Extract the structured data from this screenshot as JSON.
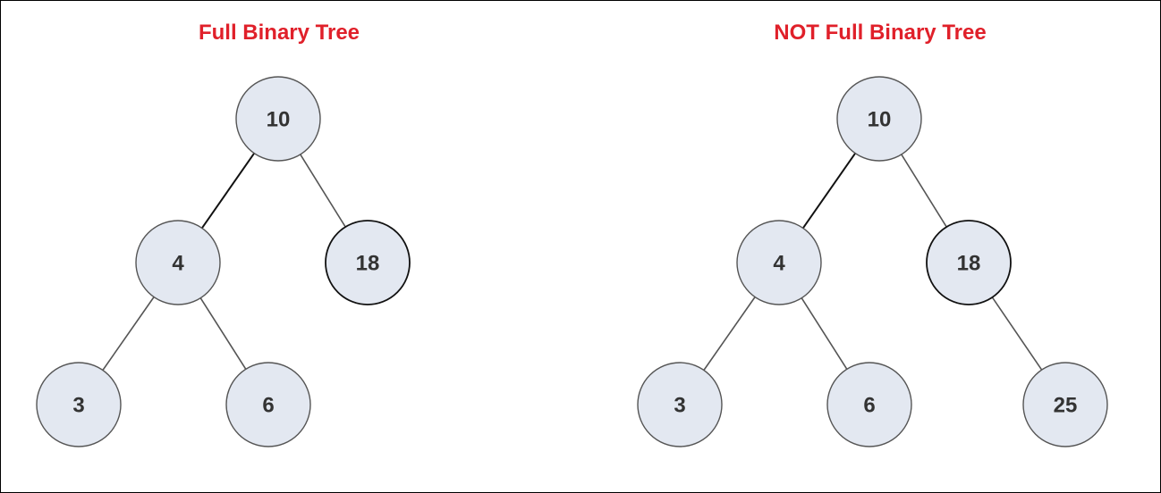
{
  "colors": {
    "title": "#e0202a",
    "node_fill": "#e3e8f1",
    "node_stroke": "#555555",
    "node_stroke_dark": "#111111",
    "edge": "#555555",
    "edge_dark": "#111111",
    "label": "#333333"
  },
  "trees": [
    {
      "title": "Full Binary Tree",
      "nodes": [
        {
          "id": "root",
          "label": "10"
        },
        {
          "id": "left",
          "label": "4"
        },
        {
          "id": "right",
          "label": "18",
          "dark_outline": true
        },
        {
          "id": "left-left",
          "label": "3"
        },
        {
          "id": "left-right",
          "label": "6"
        }
      ],
      "edges": [
        {
          "from": "root",
          "to": "left",
          "dark": true
        },
        {
          "from": "root",
          "to": "right"
        },
        {
          "from": "left",
          "to": "left-left"
        },
        {
          "from": "left",
          "to": "left-right"
        }
      ]
    },
    {
      "title": "NOT Full Binary Tree",
      "nodes": [
        {
          "id": "root",
          "label": "10"
        },
        {
          "id": "left",
          "label": "4"
        },
        {
          "id": "right",
          "label": "18",
          "dark_outline": true
        },
        {
          "id": "left-left",
          "label": "3"
        },
        {
          "id": "left-right",
          "label": "6"
        },
        {
          "id": "right-right",
          "label": "25"
        }
      ],
      "edges": [
        {
          "from": "root",
          "to": "left",
          "dark": true
        },
        {
          "from": "root",
          "to": "right"
        },
        {
          "from": "left",
          "to": "left-left"
        },
        {
          "from": "left",
          "to": "left-right"
        },
        {
          "from": "right",
          "to": "right-right"
        }
      ]
    }
  ]
}
